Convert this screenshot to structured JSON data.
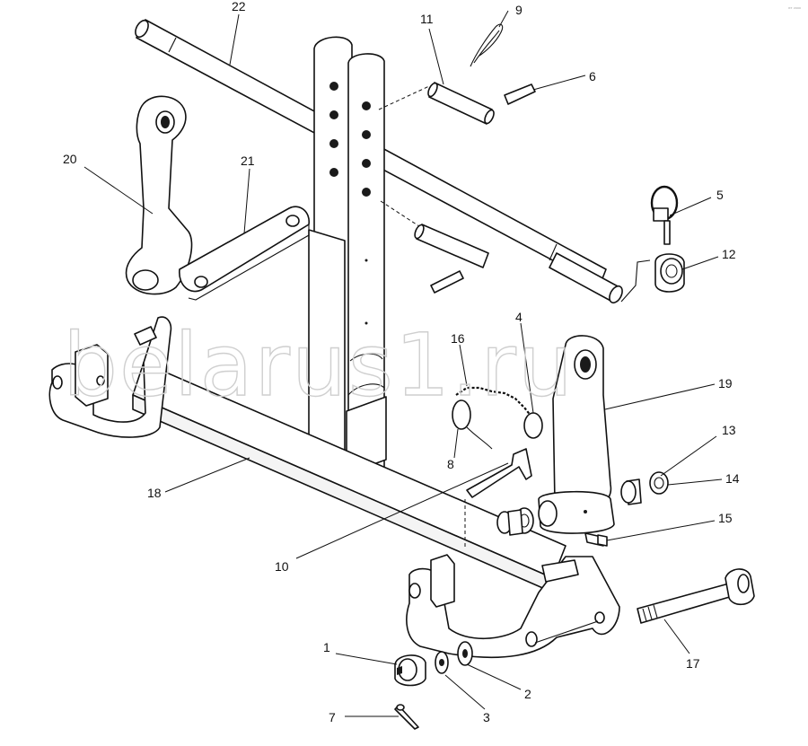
{
  "watermark": "belarus1.ru",
  "corner_mark": "ᴳᵀ ²⁰⁰⁰",
  "callouts": {
    "c1": "1",
    "c2": "2",
    "c3": "3",
    "c4": "4",
    "c5": "5",
    "c6": "6",
    "c7": "7",
    "c8": "8",
    "c9": "9",
    "c10": "10",
    "c11": "11",
    "c12": "12",
    "c13": "13",
    "c14": "14",
    "c15": "15",
    "c16": "16",
    "c17": "17",
    "c18": "18",
    "c19": "19",
    "c20": "20",
    "c21": "21",
    "c22": "22"
  }
}
